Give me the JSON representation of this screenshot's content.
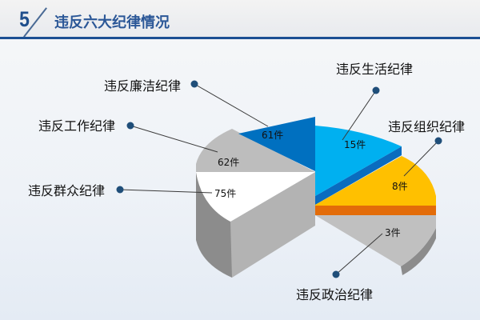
{
  "header": {
    "number": "5",
    "title": "违反六大纪律情况"
  },
  "chart_data": {
    "type": "pie",
    "title": "违反六大纪律情况",
    "unit": "件",
    "categories": [
      "违反生活纪律",
      "违反组织纪律",
      "违反政治纪律",
      "违反群众纪律",
      "违反工作纪律",
      "违反廉洁纪律"
    ],
    "values": [
      15,
      8,
      3,
      75,
      62,
      61
    ],
    "value_labels": [
      "15件",
      "8件",
      "3件",
      "75件",
      "62件",
      "61件"
    ],
    "colors": [
      "#00b0f0",
      "#ffc000",
      "#bfbfbf",
      "#ffffff",
      "#bfbfbf",
      "#0070c0"
    ],
    "style": "3d-exploded",
    "legend": "callout-labels"
  }
}
